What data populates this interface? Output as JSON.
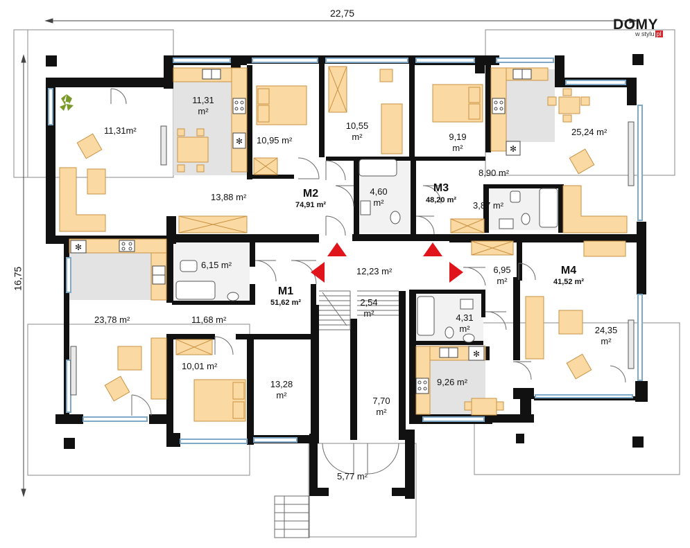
{
  "brand": {
    "name": "DOMY",
    "sub": "w stylu",
    "sub_badge": "pl"
  },
  "dimensions": {
    "width": "22,75",
    "height": "16,75"
  },
  "units": [
    {
      "id": "M1",
      "label": "M1",
      "total": "51,62 m²"
    },
    {
      "id": "M2",
      "label": "M2",
      "total": "74,91 m²"
    },
    {
      "id": "M3",
      "label": "M3",
      "total": "48,20 m²"
    },
    {
      "id": "M4",
      "label": "M4",
      "total": "41,52 m²"
    }
  ],
  "rooms": {
    "m2_living": "11,31m²",
    "m2_kitchen_num": "11,31",
    "m2_kitchen_unit": "m²",
    "m2_bedroom": "10,95 m²",
    "m2_bedroom2_num": "10,55",
    "m2_bedroom2_unit": "m²",
    "m2_hall": "13,88 m²",
    "m2_bath_num": "4,60",
    "m2_bath_unit": "m²",
    "m3_bedroom_num": "9,19",
    "m3_bedroom_unit": "m²",
    "m3_living": "25,24 m²",
    "m3_hall": "8,90 m²",
    "m3_bath": "3,87 m²",
    "m1_bath": "6,15 m²",
    "m1_living": "23,78 m²",
    "m1_hall": "11,68 m²",
    "m1_bedroom": "10,01 m²",
    "m1_room_num": "13,28",
    "m1_room_unit": "m²",
    "staircase_hall": "12,23 m²",
    "stairs_num": "2,54",
    "stairs_unit": "m²",
    "corridor_num": "7,70",
    "corridor_unit": "m²",
    "entrance": "5,77 m²",
    "m4_hall_num": "6,95",
    "m4_hall_unit": "m²",
    "m4_bath_num": "4,31",
    "m4_bath_unit": "m²",
    "m4_kitchen": "9,26 m²",
    "m4_living_num": "24,35",
    "m4_living_unit": "m²"
  },
  "colors": {
    "wall": "#111111",
    "kitchen_floor": "#e3e3e3",
    "furniture": "#fbd9a2",
    "furniture_stroke": "#d7a350",
    "arrow": "#e0141b",
    "line": "#8a8a8a",
    "window": "#bcd6ea"
  },
  "icons": [
    "plant-icon",
    "stove-icon",
    "fridge-snowflake-icon",
    "sink-icon",
    "bathtub-icon",
    "toilet-icon",
    "bed-icon",
    "armchair-icon",
    "sofa-icon",
    "entry-arrow-icon"
  ]
}
